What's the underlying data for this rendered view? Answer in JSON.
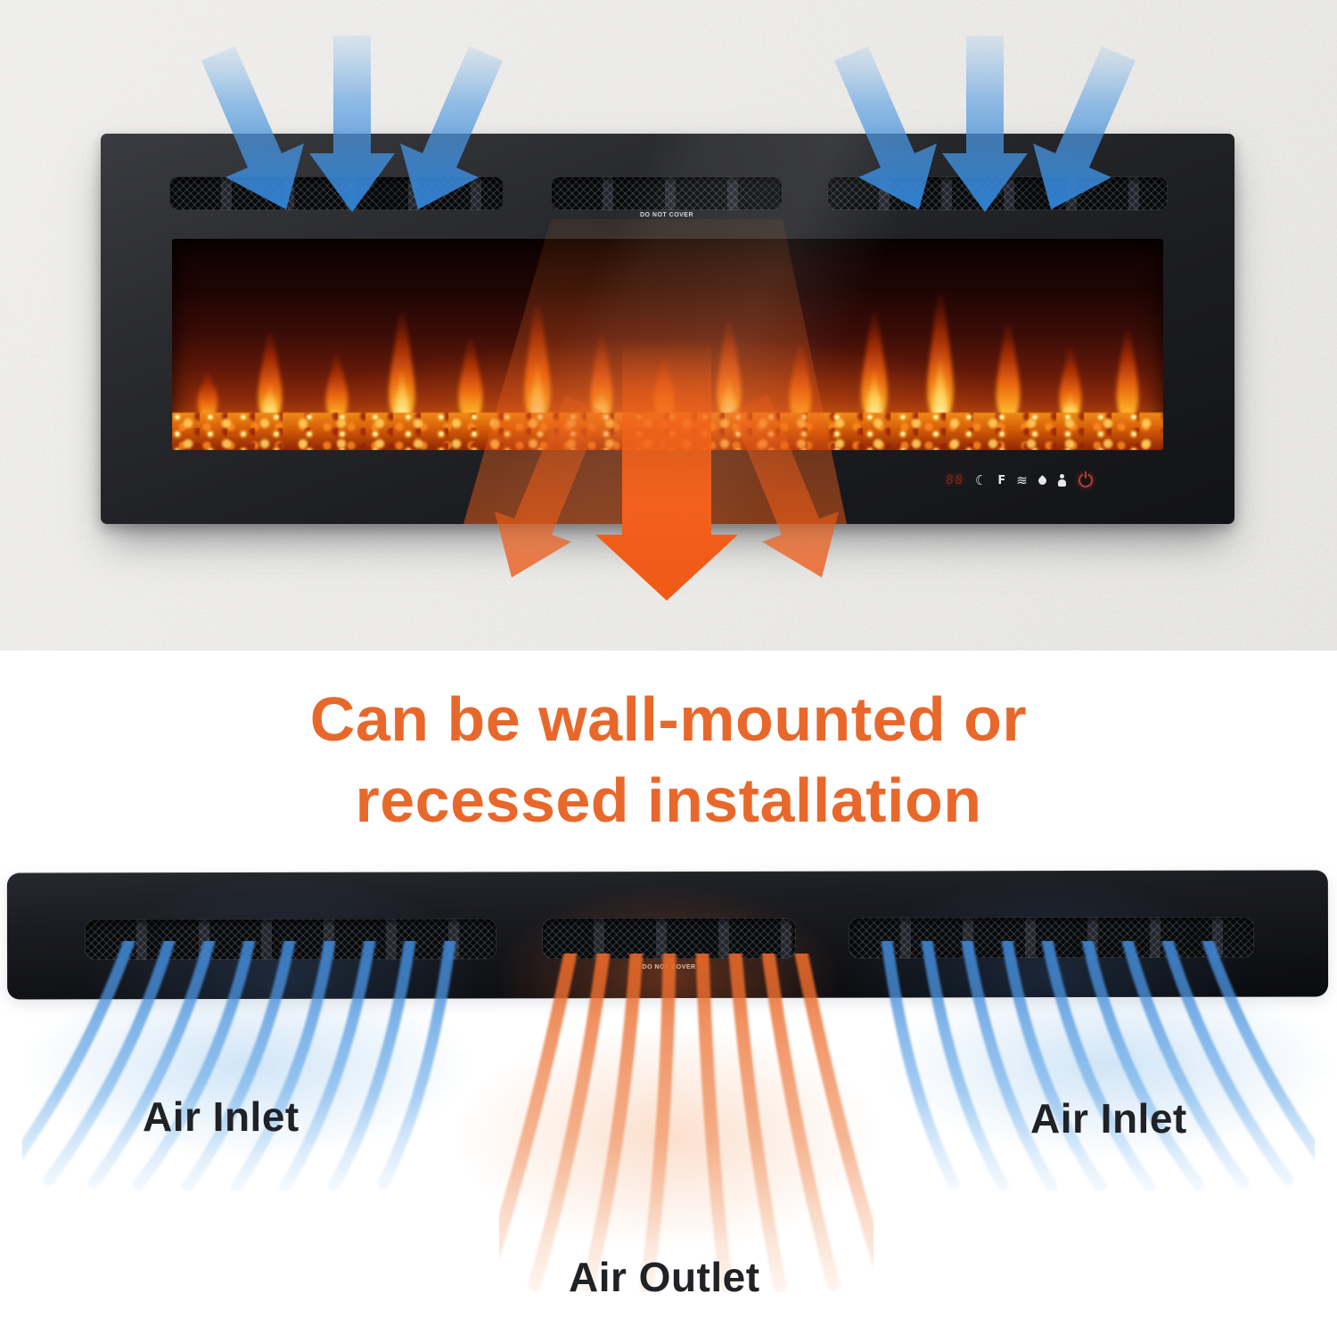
{
  "top_scene": {
    "fireplace": {
      "outlet_vent_warning": "DO NOT COVER",
      "control_panel": {
        "display_value": "88",
        "icons": [
          {
            "name": "timer-icon",
            "glyph": "☾"
          },
          {
            "name": "fahrenheit-icon",
            "glyph": "F"
          },
          {
            "name": "heat-waves-icon",
            "glyph": "≋"
          },
          {
            "name": "flame-color-icon",
            "shape": "droplet"
          },
          {
            "name": "anion-icon",
            "shape": "person"
          },
          {
            "name": "power-icon",
            "shape": "power-symbol"
          }
        ]
      }
    },
    "airflow_colors": {
      "inlet_blue": "#3c86d2",
      "outlet_orange": "#f2671f"
    }
  },
  "bottom_scene": {
    "heading": {
      "line1": "Can be wall-mounted or",
      "line2": "recessed installation",
      "color": "#e8682c"
    },
    "unit_bar": {
      "outlet_vent_warning": "DO NOT COVER"
    },
    "labels": {
      "left_inlet": "Air Inlet",
      "center_outlet": "Air Outlet",
      "right_inlet": "Air Inlet"
    }
  }
}
